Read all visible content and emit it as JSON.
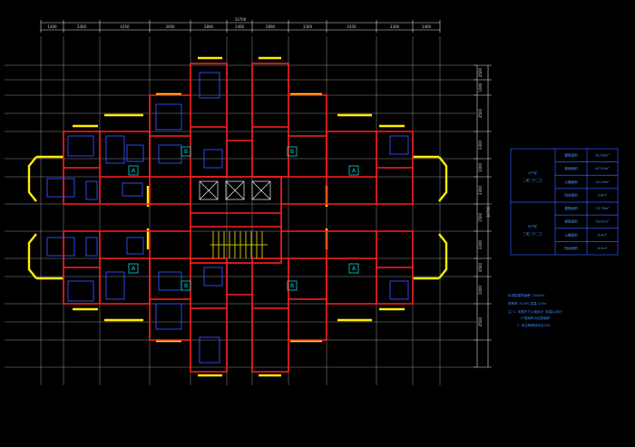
{
  "drawing": {
    "overall_width": "33700",
    "top_dims": [
      "1400",
      "3300",
      "4350",
      "3000",
      "2800",
      "1400",
      "2800",
      "3300",
      "4350",
      "3300",
      "1400"
    ],
    "right_dims": [
      "4500",
      "1000",
      "4500",
      "3300",
      "1000",
      "3300",
      "1500",
      "3300",
      "4500",
      "1000",
      "4500"
    ],
    "right_total": "30700",
    "unit_tags": [
      "A",
      "A",
      "A",
      "A",
      "B",
      "B",
      "B",
      "B"
    ]
  },
  "schedule": {
    "type_a_label": "A户型",
    "type_a_sub": "二室二厅二卫",
    "type_b_label": "B户型",
    "type_b_sub": "三室二厅二卫",
    "rows": [
      {
        "item": "建筑面积",
        "value": "91.59m²"
      },
      {
        "item": "使用面积",
        "value": "67.55m²"
      },
      {
        "item": "公摊面积",
        "value": "15.29m²"
      },
      {
        "item": "阳台面积",
        "value": "3.6m²"
      },
      {
        "item": "建筑面积",
        "value": "73.79m²"
      },
      {
        "item": "使用面积",
        "value": "53.91m²"
      },
      {
        "item": "公摊面积",
        "value": "9.4m²"
      },
      {
        "item": "阳台面积",
        "value": "8.2m²"
      }
    ]
  },
  "notes": [
    "标准层建筑面积 1040m²",
    "得房率 74.6%     层高 3.0m",
    "注: 1. 本图尺寸以毫米计, 标高以米计",
    "户型面积为估算面积",
    "2. 未注明墙体均为240"
  ]
}
